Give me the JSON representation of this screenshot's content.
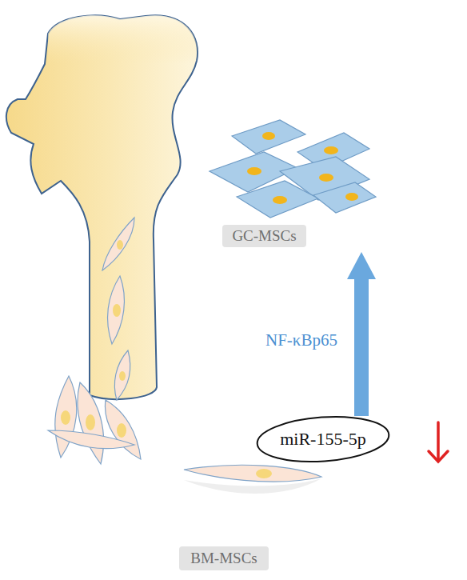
{
  "diagram": {
    "nodes": [
      {
        "text": [
          "GC-MSCs"
        ]
      },
      {
        "text": [
          "miR-155-5p"
        ]
      },
      {
        "text": [
          "BM-MSCs"
        ]
      }
    ],
    "edges": [
      {
        "from": 1,
        "to": 0,
        "label": "NF-κBp65",
        "arrow": "to"
      }
    ]
  }
}
